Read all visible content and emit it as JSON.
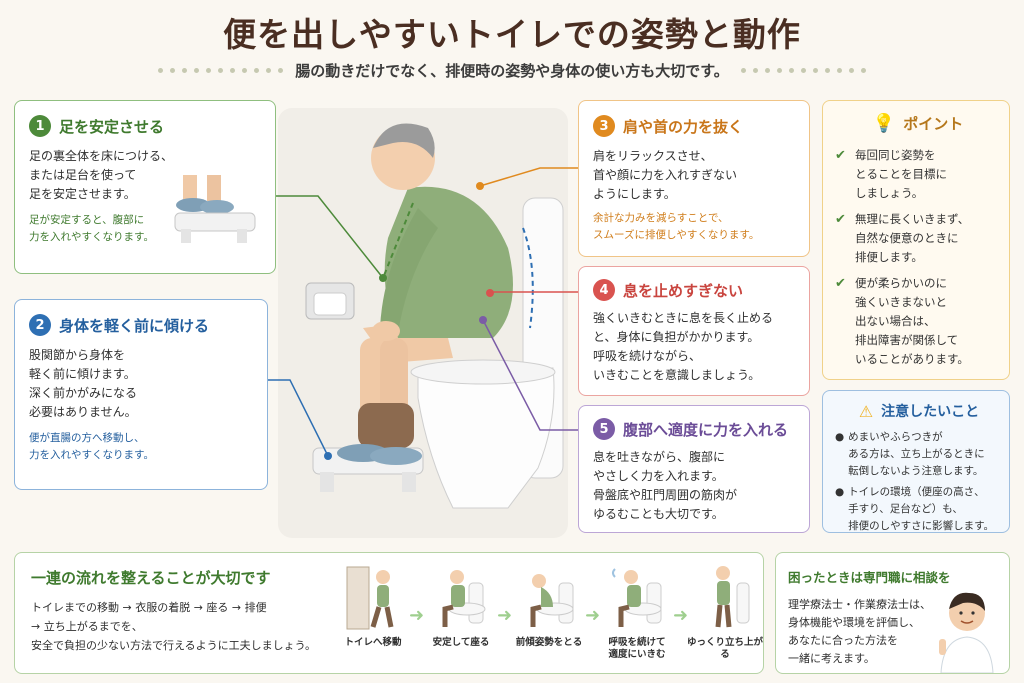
{
  "header": {
    "title": "便を出しやすいトイレでの姿勢と動作",
    "subtitle": "腸の動きだけでなく、排便時の姿勢や身体の使い方も大切です。"
  },
  "colors": {
    "green": "#4d8a3a",
    "blue": "#2e6fb3",
    "orange": "#e08a1f",
    "red": "#d9534f",
    "purple": "#7b5ca6",
    "title_brown": "#4a2e22"
  },
  "steps": [
    {
      "number": "1",
      "title": "足を安定させる",
      "body": "足の裏全体を床につける、\nまたは足台を使って\n足を安定させます。",
      "note": "足が安定すると、腹部に\n力を入れやすくなります。"
    },
    {
      "number": "2",
      "title": "身体を軽く前に傾ける",
      "body": "股関節から身体を\n軽く前に傾けます。\n深く前かがみになる\n必要はありません。",
      "note": "便が直腸の方へ移動し、\n力を入れやすくなります。"
    },
    {
      "number": "3",
      "title": "肩や首の力を抜く",
      "body": "肩をリラックスさせ、\n首や顔に力を入れすぎない\nようにします。",
      "note": "余計な力みを減らすことで、\nスムーズに排便しやすくなります。"
    },
    {
      "number": "4",
      "title": "息を止めすぎない",
      "body": "強くいきむときに息を長く止める\nと、身体に負担がかかります。\n呼吸を続けながら、\nいきむことを意識しましょう。"
    },
    {
      "number": "5",
      "title": "腹部へ適度に力を入れる",
      "body": "息を吐きながら、腹部に\nやさしく力を入れます。\n骨盤底や肛門周囲の筋肉が\nゆるむことも大切です。"
    }
  ],
  "point": {
    "title": "ポイント",
    "items": [
      "毎回同じ姿勢を\nとることを目標に\nしましょう。",
      "無理に長くいきまず、\n自然な便意のときに\n排便します。",
      "便が柔らかいのに\n強くいきまないと\n出ない場合は、\n排出障害が関係して\nいることがあります。"
    ]
  },
  "caution": {
    "title": "注意したいこと",
    "items": [
      "めまいやふらつきが\nある方は、立ち上がるときに\n転倒しないよう注意します。",
      "トイレの環境（便座の高さ、\n手すり、足台など）も、\n排便のしやすさに影響します。"
    ]
  },
  "flow": {
    "title": "一連の流れを整えることが大切です",
    "body": "トイレまでの移動 → 衣服の着脱 → 座る → 排便\n→ 立ち上がるまでを、\n安全で負担の少ない方法で行えるように工夫しましょう。",
    "steps": [
      "トイレへ移動",
      "安定して座る",
      "前傾姿勢をとる",
      "呼吸を続けて\n適度にいきむ",
      "ゆっくり立ち上がる"
    ]
  },
  "consult": {
    "title": "困ったときは専門職に相談を",
    "body": "理学療法士・作業療法士は、\n身体機能や環境を評価し、\nあなたに合った方法を\n一緒に考えます。"
  }
}
